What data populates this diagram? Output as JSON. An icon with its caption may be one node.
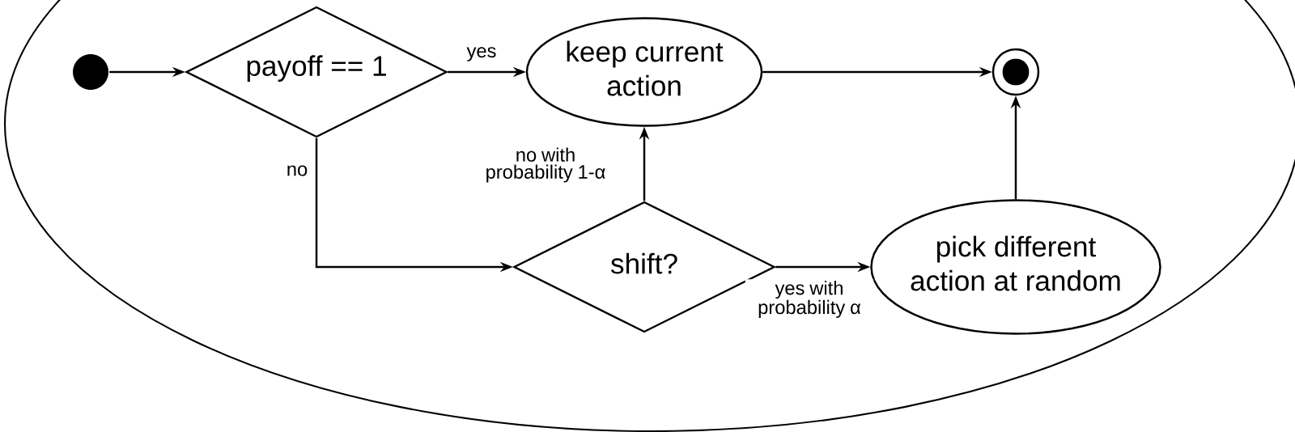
{
  "diagram": {
    "nodes": [
      {
        "text": [],
        "shape": "circle"
      },
      {
        "text": [
          "payoff == 1"
        ]
      },
      {
        "text": [
          "keep current action"
        ]
      },
      {
        "text": [],
        "shape": "bullseye"
      },
      {
        "text": [
          "shift?"
        ]
      },
      {
        "text": [
          "pick different action at random"
        ]
      }
    ],
    "edges": [
      {
        "from": 0,
        "to": 1,
        "arrow": "to"
      },
      {
        "from": 1,
        "to": 2,
        "arrow": "to",
        "label": "yes"
      },
      {
        "from": 1,
        "to": 4,
        "arrow": "to",
        "label": "no"
      },
      {
        "from": 2,
        "to": 3,
        "arrow": "to"
      },
      {
        "from": 4,
        "to": 2,
        "arrow": "to",
        "label": "no with probability 1-α"
      },
      {
        "from": 4,
        "to": 5,
        "arrow": "to",
        "label": "yes with probability α"
      },
      {
        "from": 5,
        "to": 3,
        "arrow": "to"
      }
    ]
  }
}
